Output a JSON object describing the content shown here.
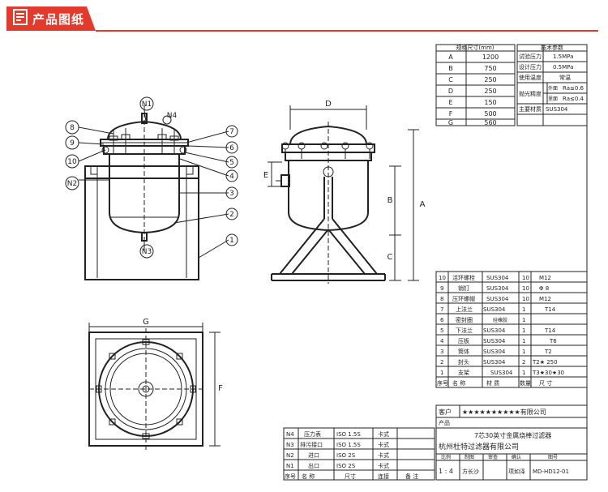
{
  "header": {
    "title": "产品图纸"
  },
  "labels": {
    "n1": "N1",
    "n2": "N2",
    "n3": "N3",
    "n4": "N4",
    "c1": "1",
    "c2": "2",
    "c3": "3",
    "c4": "4",
    "c5": "5",
    "c6": "6",
    "c7": "7",
    "c8": "8",
    "c9": "9",
    "c10": "10"
  },
  "dims": {
    "A": "A",
    "B": "B",
    "C": "C",
    "D": "D",
    "E": "E",
    "F": "F",
    "G": "G"
  },
  "dim_table": {
    "header": "规格尺寸(mm)",
    "rows": [
      {
        "k": "A",
        "v": "1200"
      },
      {
        "k": "B",
        "v": "750"
      },
      {
        "k": "C",
        "v": "250"
      },
      {
        "k": "D",
        "v": "250"
      },
      {
        "k": "E",
        "v": "150"
      },
      {
        "k": "F",
        "v": "500"
      },
      {
        "k": "G",
        "v": "560"
      }
    ]
  },
  "tech_table": {
    "header": "技术参数",
    "rows": [
      {
        "k": "试验压力",
        "v": "1.5MPa"
      },
      {
        "k": "设计压力",
        "v": "0.5MPa"
      },
      {
        "k": "使用温度",
        "v": "常温"
      },
      {
        "k": "抛光精度",
        "sub": "外面",
        "v": "Ra≤0.6"
      },
      {
        "k": "",
        "sub": "里面",
        "v": "Ra≤0.4"
      },
      {
        "k": "主要材质",
        "v": "SUS304"
      }
    ]
  },
  "parts": {
    "rows": [
      {
        "no": "10",
        "name": "活环螺栓",
        "mat": "SUS304",
        "qty": "10",
        "note": "M12"
      },
      {
        "no": "9",
        "name": "销钉",
        "mat": "SUS304",
        "qty": "10",
        "note": "Φ 8"
      },
      {
        "no": "8",
        "name": "压环螺帽",
        "mat": "SUS304",
        "qty": "10",
        "note": "M12"
      },
      {
        "no": "7",
        "name": "上法兰",
        "mat": "SUS304",
        "qty": "1",
        "note": "T14"
      },
      {
        "no": "6",
        "name": "密封圈",
        "mat": "硅橡胶",
        "qty": "1",
        "note": ""
      },
      {
        "no": "5",
        "name": "下法兰",
        "mat": "SUS304",
        "qty": "1",
        "note": "T14"
      },
      {
        "no": "4",
        "name": "压板",
        "mat": "SUS304",
        "qty": "1",
        "note": "T6"
      },
      {
        "no": "3",
        "name": "筒体",
        "mat": "SUS304",
        "qty": "1",
        "note": "T2"
      },
      {
        "no": "2",
        "name": "封头",
        "mat": "SUS304",
        "qty": "2",
        "note": "T2★ 250"
      },
      {
        "no": "1",
        "name": "支架",
        "mat": "SUS304",
        "qty": "1",
        "note": "T3★30★30"
      }
    ],
    "head": {
      "no": "序号",
      "name": "名 称",
      "mat": "材 质",
      "qty": "数量",
      "note": "尺 寸"
    }
  },
  "nozzles": {
    "rows": [
      {
        "no": "N4",
        "name": "压力表",
        "size": "ISO 1.5S",
        "type": "卡式"
      },
      {
        "no": "N3",
        "name": "排污接口",
        "size": "ISO 1.5S",
        "type": "卡式"
      },
      {
        "no": "N2",
        "name": "进口",
        "size": "ISO 2S",
        "type": "卡式"
      },
      {
        "no": "N1",
        "name": "出口",
        "size": "ISO 2S",
        "type": "卡式"
      }
    ],
    "head": {
      "no": "序号",
      "name": "名 称",
      "size": "尺寸",
      "conn": "连接",
      "note": "备 注"
    }
  },
  "title_block": {
    "client_label": "客户",
    "client_value": "★★★★★★★★★★有限公司",
    "product_label": "产品",
    "product_value": "7芯30英寸金属烧棒过滤器",
    "company": "杭州杜特过滤器有限公司",
    "h_ratio": "比例",
    "h_draw": "制图",
    "h_check": "审查",
    "h_confirm": "确认",
    "h_no": "图号",
    "ratio": "1 : 4",
    "drawer": "方长沙",
    "checker": "",
    "confirmer": "项如泽",
    "drawing_no": "MD-HD12-01"
  }
}
